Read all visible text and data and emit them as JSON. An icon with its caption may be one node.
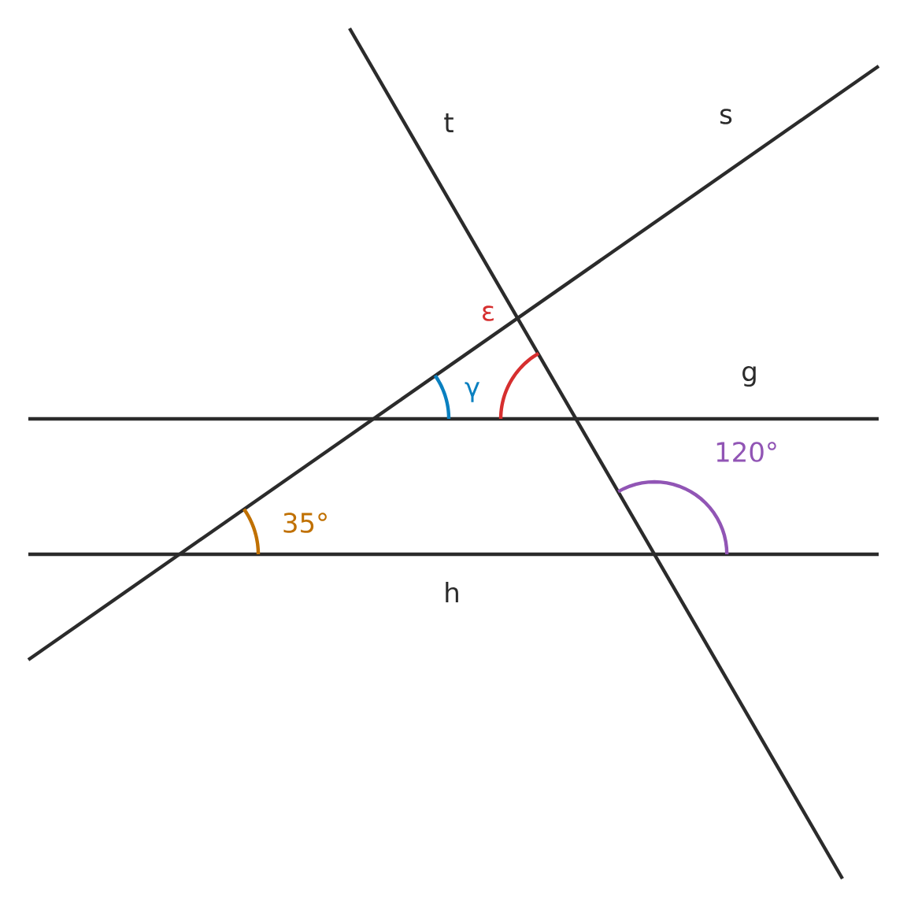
{
  "diagram": {
    "labels": [
      "t",
      "s",
      "ε",
      "g",
      "γ",
      "120°",
      "35°",
      "h"
    ]
  }
}
